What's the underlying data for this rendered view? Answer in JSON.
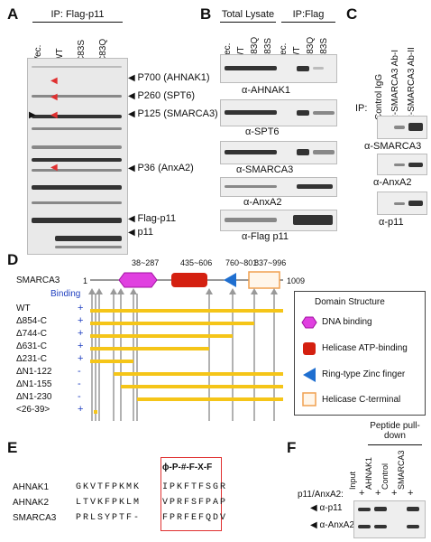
{
  "panelA": {
    "letter": "A",
    "header": "IP: Flag-p11",
    "lanes": [
      "Vec.",
      "WT",
      "C83S",
      "C83Q"
    ],
    "bands": [
      "P700 (AHNAK1)",
      "P260 (SPT6)",
      "P125 (SMARCA3)",
      "P36 (AnxA2)",
      "Flag-p11",
      "p11"
    ]
  },
  "panelB": {
    "letter": "B",
    "group_total": "Total Lysate",
    "group_ip": "IP:Flag",
    "lanes": [
      "Vec.",
      "WT",
      "C83Q",
      "C83S",
      "Vec.",
      "WT",
      "C83Q",
      "C83S"
    ],
    "blots": [
      "α-AHNAK1",
      "α-SPT6",
      "α-SMARCA3",
      "α-AnxA2",
      "α-Flag p11"
    ]
  },
  "panelC": {
    "letter": "C",
    "ip_label": "IP:",
    "lanes": [
      "Control IgG",
      "α-SMARCA3 Ab-I",
      "α-SMARCA3 Ab-II"
    ],
    "blots": [
      "α-SMARCA3",
      "α-AnxA2",
      "α-p11"
    ]
  },
  "panelD": {
    "letter": "D",
    "protein": "SMARCA3",
    "start": "1",
    "end": "1009",
    "domain_ranges": [
      "38~287",
      "435~606",
      "760~801",
      "837~996"
    ],
    "binding_header": "Binding",
    "constructs": [
      {
        "name": "WT",
        "binding": "+"
      },
      {
        "name": "Δ854-C",
        "binding": "+"
      },
      {
        "name": "Δ744-C",
        "binding": "+"
      },
      {
        "name": "Δ631-C",
        "binding": "+"
      },
      {
        "name": "Δ231-C",
        "binding": "+"
      },
      {
        "name": "ΔN1-122",
        "binding": "-"
      },
      {
        "name": "ΔN1-155",
        "binding": "-"
      },
      {
        "name": "ΔN1-230",
        "binding": "-"
      },
      {
        "name": "<26-39>",
        "binding": "+"
      }
    ],
    "legend_title": "Domain Structure",
    "legend": [
      "DNA binding",
      "Helicase ATP-binding",
      "Ring-type Zinc finger",
      "Helicase C-terminal"
    ],
    "colors": {
      "dna": "#e040e0",
      "helicase": "#d42010",
      "zinc": "#1f6fd0",
      "cterm": "#f0a050",
      "bar": "#f5c518"
    }
  },
  "panelE": {
    "letter": "E",
    "motif": "ϕ-P-#-F-X-F",
    "rows": [
      {
        "name": "AHNAK1",
        "left": "GKVTFPKMK",
        "right": "IPKFTFSGR"
      },
      {
        "name": "AHNAK2",
        "left": "LTVKFPKLM",
        "right": "VPRFSFPAP"
      },
      {
        "name": "SMARCA3",
        "left": "PRLSYPTF-",
        "right": "FPRFEFQDV"
      }
    ]
  },
  "panelF": {
    "letter": "F",
    "title": "Peptide pull-down",
    "row_label": "p11/AnxA2:",
    "lanes": [
      "Input",
      "AHNAK1",
      "Control",
      "SMARCA3"
    ],
    "signs": [
      "+",
      "+",
      "+",
      "+"
    ],
    "blots": [
      "α-p11",
      "α-AnxA2"
    ]
  }
}
